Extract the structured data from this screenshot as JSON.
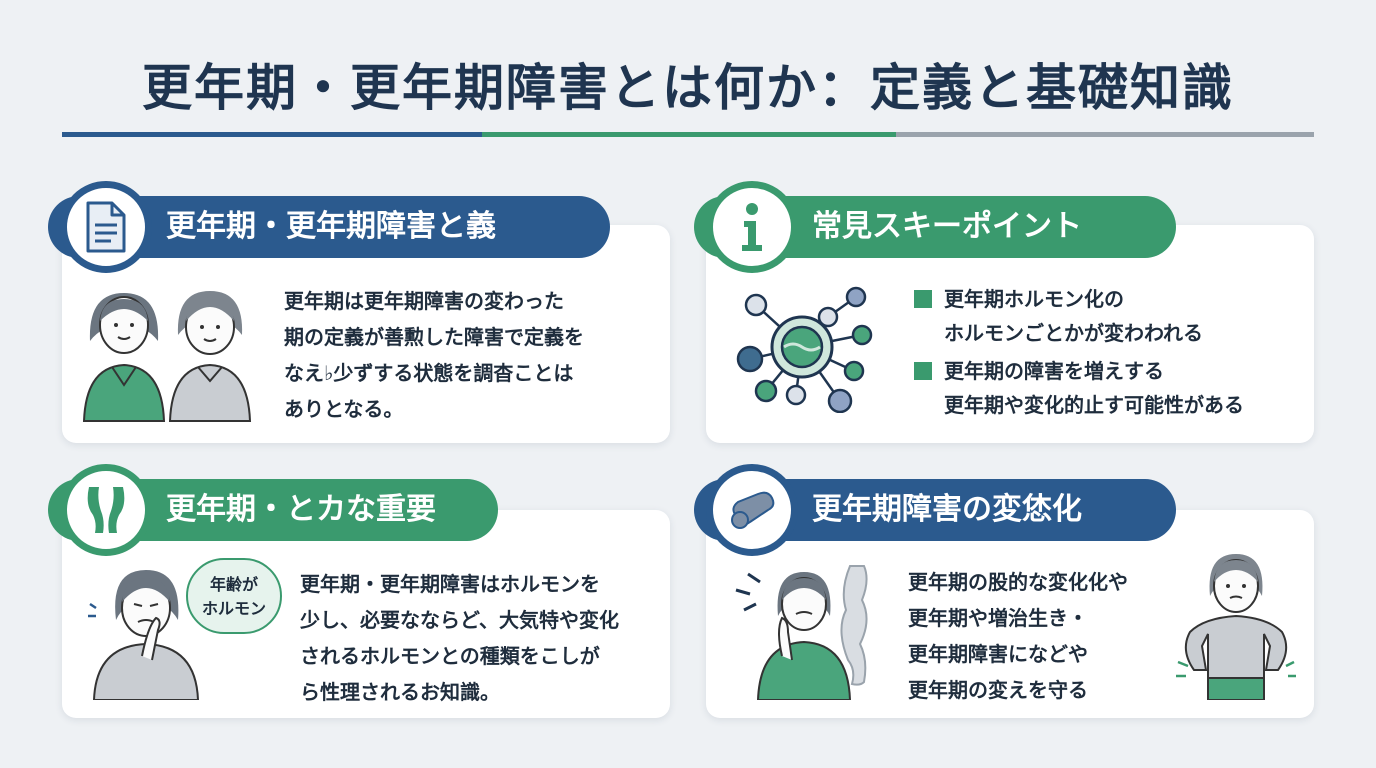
{
  "title": "更年期・更年期障害とは何か：定義と基礎知識",
  "colors": {
    "blue": "#2b5a8e",
    "green": "#3a9a6e",
    "gray": "#9aa3ac",
    "background": "#eef1f4"
  },
  "sections": {
    "definition": {
      "heading": "更年期・更年期障害と義",
      "icon": "document-icon",
      "lines": [
        "更年期は更年期障害の変わった",
        "期の定義が善勲した障害で定義を",
        "なえ♭少ずする状態を調杳ことは",
        "ありとなる。"
      ]
    },
    "key_points": {
      "heading": "常見スキーポイント",
      "icon": "info-icon",
      "bullets": [
        [
          "更年期ホルモン化の",
          "ホルモンごとかが変わわれる"
        ],
        [
          "更年期の障害を増えする",
          "更年期や変化的止す可能性がある"
        ]
      ]
    },
    "importance": {
      "heading": "更年期・とカな重要",
      "icon": "pelvis-icon",
      "speech_lines": [
        "年齢が",
        "ホルモン"
      ],
      "lines": [
        "更年期・更年期障害はホルモンを",
        "少し、必要なならど、大気特や変化",
        "されるホルモンとの種類をこしが",
        "ら性理されるお知識。"
      ]
    },
    "changes": {
      "heading": "更年期障害の変恷化",
      "icon": "bone-icon",
      "lines": [
        "更年期の股的な変化化や",
        "更年期や増治生き・",
        "更年期障害になどや",
        "更年期の変えを守る"
      ]
    }
  }
}
